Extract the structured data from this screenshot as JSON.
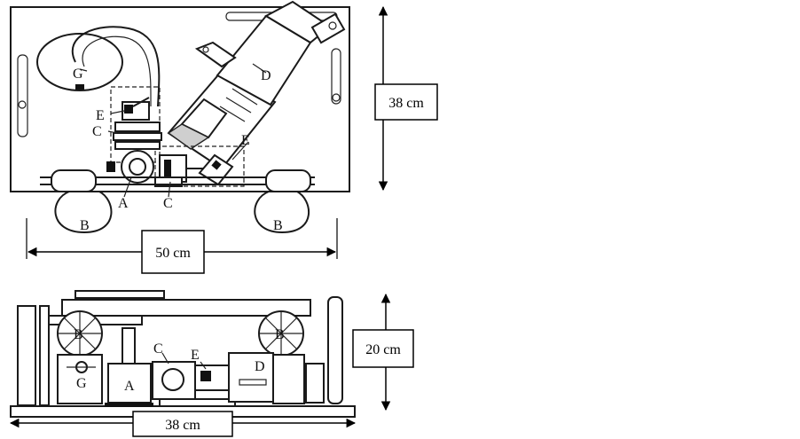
{
  "top_view": {
    "labels": {
      "g": "G",
      "d": "D",
      "e_left": "E",
      "c_left": "C",
      "e_right": "E",
      "a": "A",
      "c_bottom": "C",
      "b_left": "B",
      "b_right": "B"
    },
    "dimensions": {
      "height": "38 cm",
      "width": "50 cm"
    }
  },
  "side_view": {
    "labels": {
      "b_left": "B",
      "b_right": "B",
      "c": "C",
      "e": "E",
      "d": "D",
      "g": "G",
      "a": "A"
    },
    "dimensions": {
      "height": "20 cm",
      "width": "38 cm"
    }
  }
}
